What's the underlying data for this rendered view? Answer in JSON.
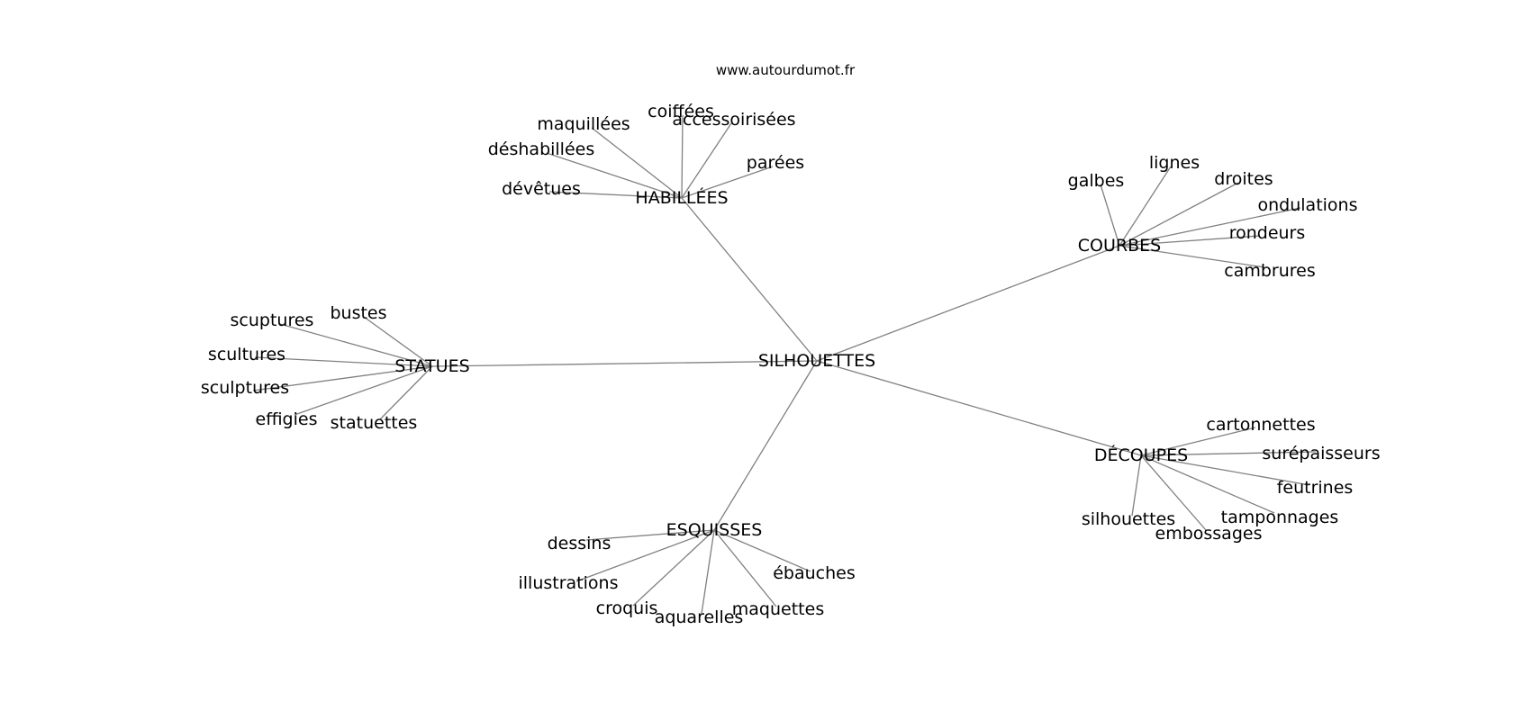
{
  "source": "www.autourdumot.fr",
  "graph": {
    "center": "SILHOUETTES",
    "branches": [
      {
        "label": "HABILLÉES",
        "leaves": [
          "coiffées",
          "maquillées",
          "accessoirisées",
          "déshabillées",
          "parées",
          "dévêtues"
        ]
      },
      {
        "label": "COURBES",
        "leaves": [
          "lignes",
          "galbes",
          "droites",
          "ondulations",
          "rondeurs",
          "cambrures"
        ]
      },
      {
        "label": "STATUES",
        "leaves": [
          "bustes",
          "scuptures",
          "scultures",
          "sculptures",
          "effigies",
          "statuettes"
        ]
      },
      {
        "label": "DÉCOUPES",
        "leaves": [
          "cartonnettes",
          "surépaisseurs",
          "feutrines",
          "tamponnages",
          "silhouettes",
          "embossages"
        ]
      },
      {
        "label": "ESQUISSES",
        "leaves": [
          "dessins",
          "illustrations",
          "croquis",
          "aquarelles",
          "maquettes",
          "ébauches"
        ]
      }
    ]
  }
}
